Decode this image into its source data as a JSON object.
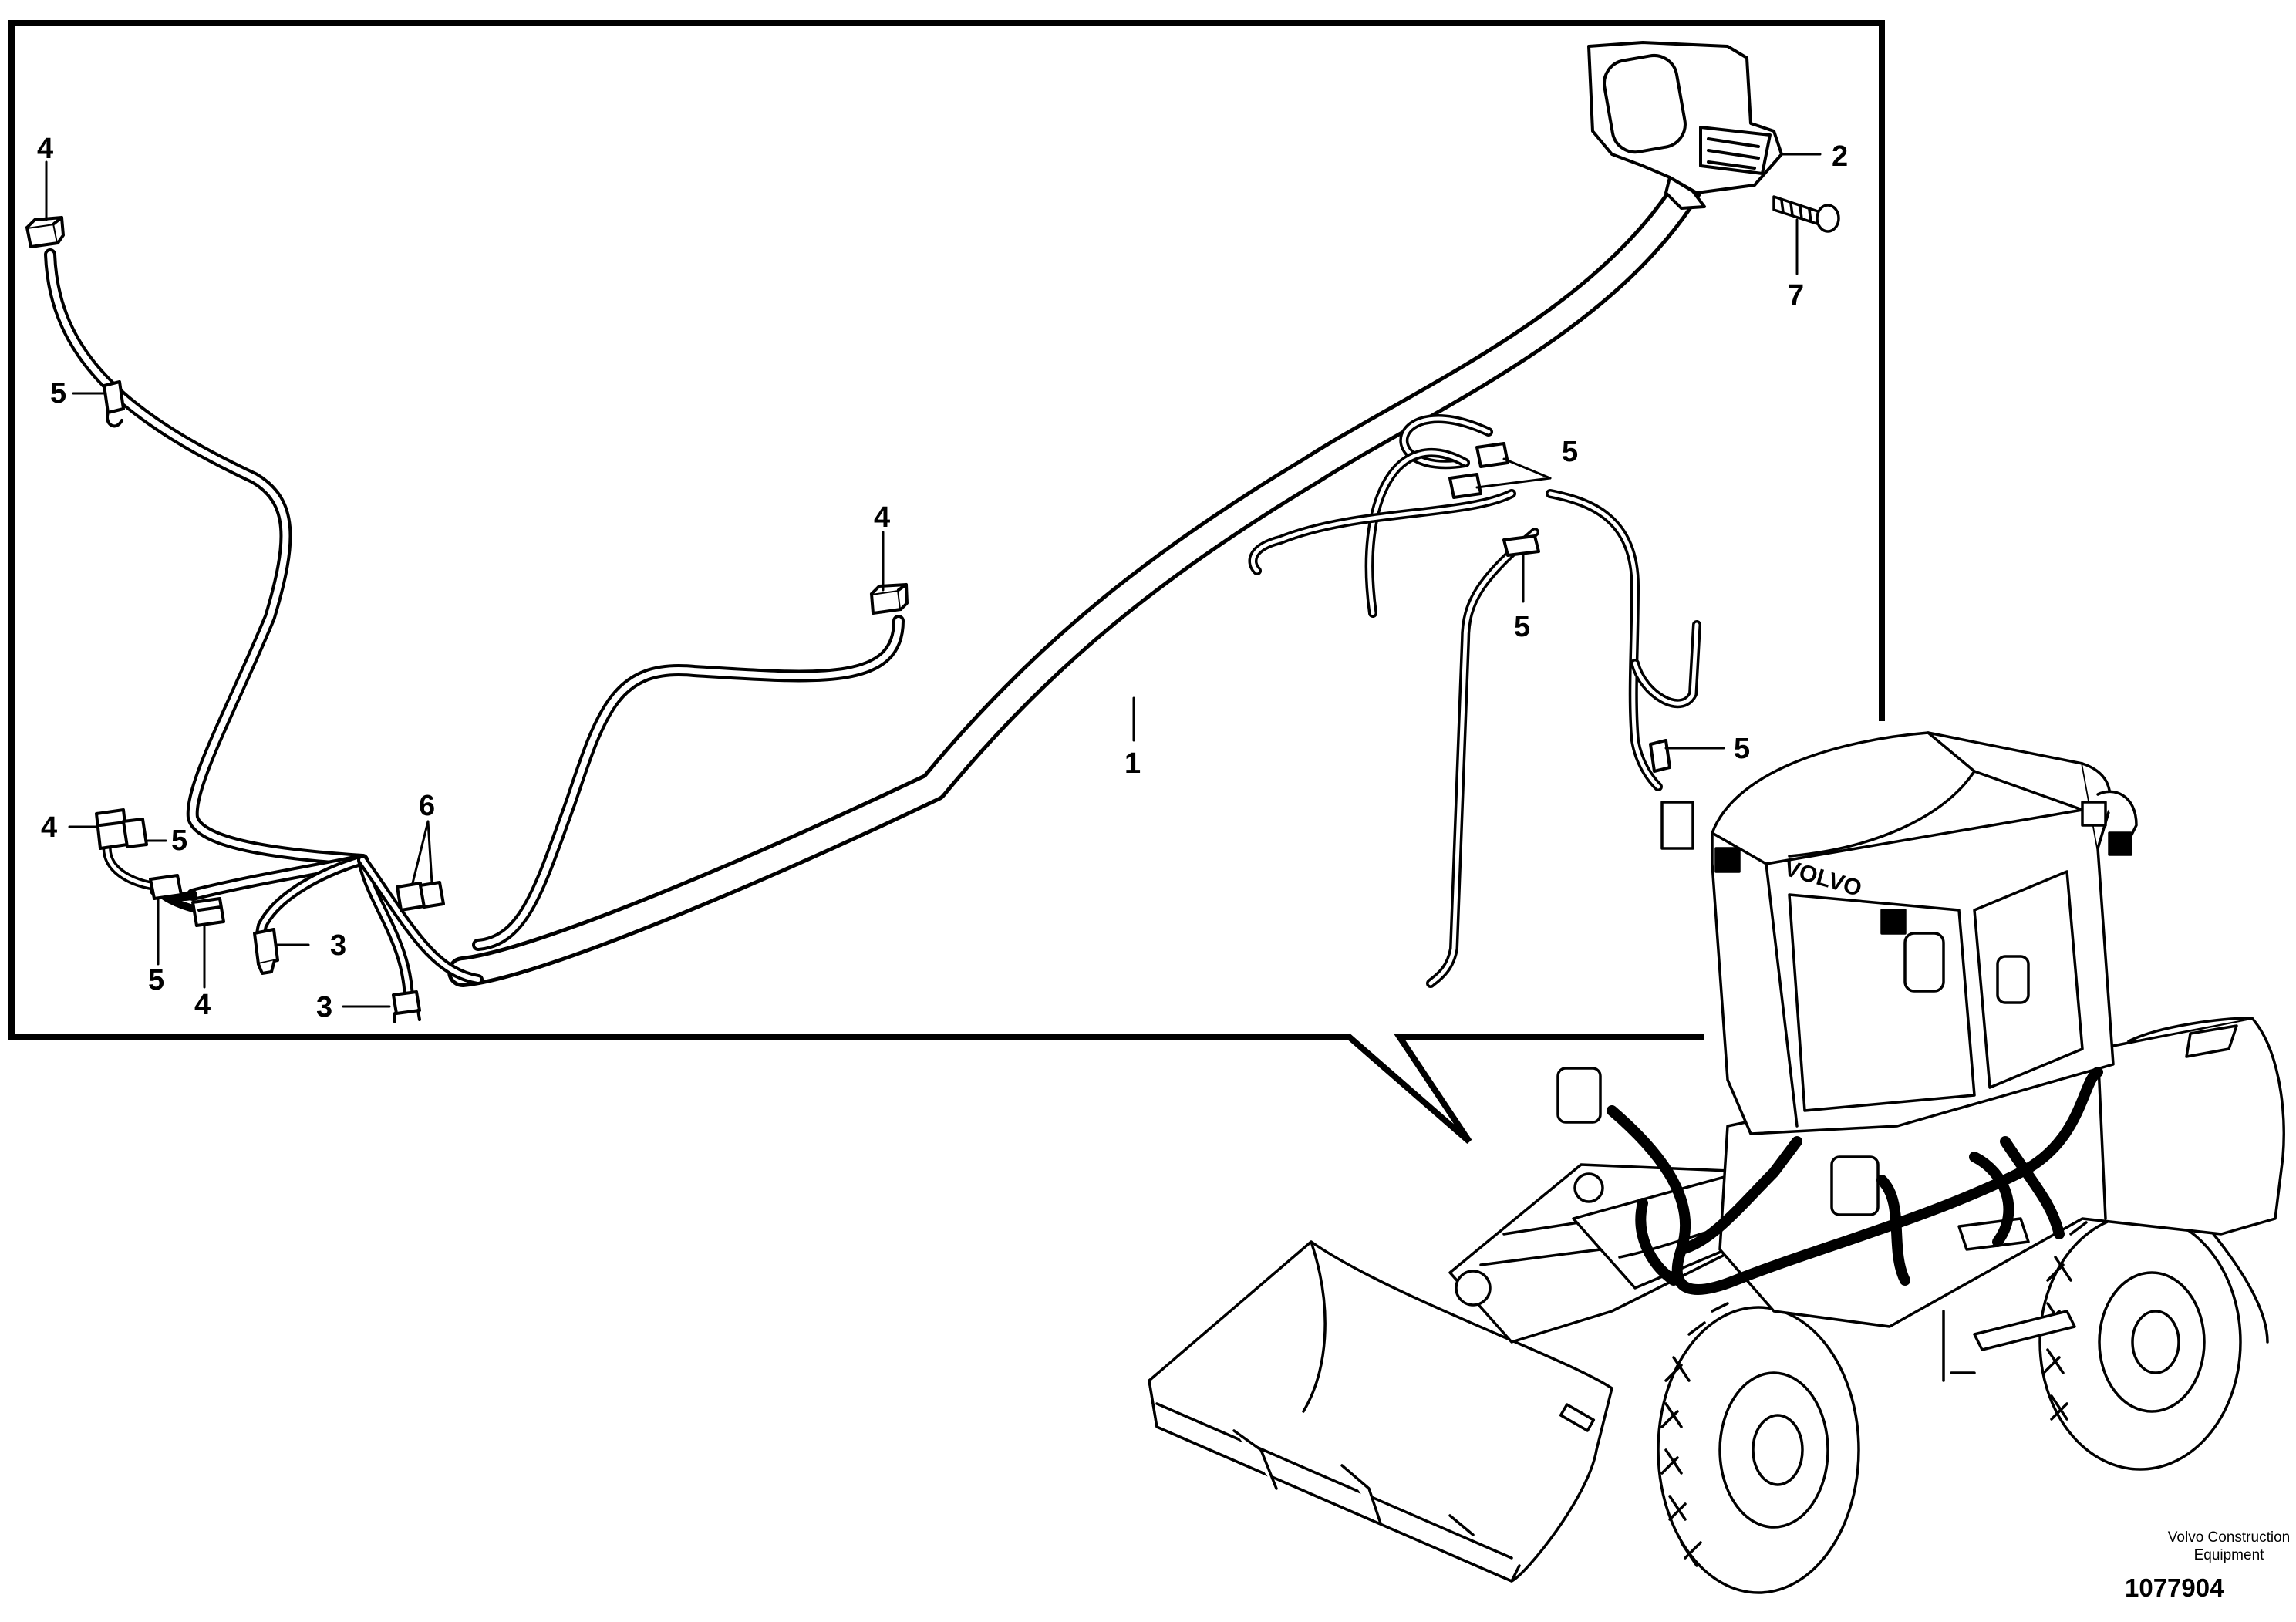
{
  "callouts": [
    {
      "id": "c-2",
      "label": "2"
    },
    {
      "id": "c-7",
      "label": "7"
    },
    {
      "id": "c-4a",
      "label": "4"
    },
    {
      "id": "c-5a",
      "label": "5"
    },
    {
      "id": "c-4b",
      "label": "4"
    },
    {
      "id": "c-5b",
      "label": "5"
    },
    {
      "id": "c-5c",
      "label": "5"
    },
    {
      "id": "c-5d",
      "label": "5"
    },
    {
      "id": "c-1",
      "label": "1"
    },
    {
      "id": "c-6",
      "label": "6"
    },
    {
      "id": "c-4c",
      "label": "4"
    },
    {
      "id": "c-5e",
      "label": "5"
    },
    {
      "id": "c-3a",
      "label": "3"
    },
    {
      "id": "c-5f",
      "label": "5"
    },
    {
      "id": "c-4d",
      "label": "4"
    },
    {
      "id": "c-3b",
      "label": "3"
    }
  ],
  "brand_on_cab": "VOLVO",
  "credit": {
    "line1": "Volvo Construction",
    "line2": "Equipment"
  },
  "document_number": "1077904"
}
